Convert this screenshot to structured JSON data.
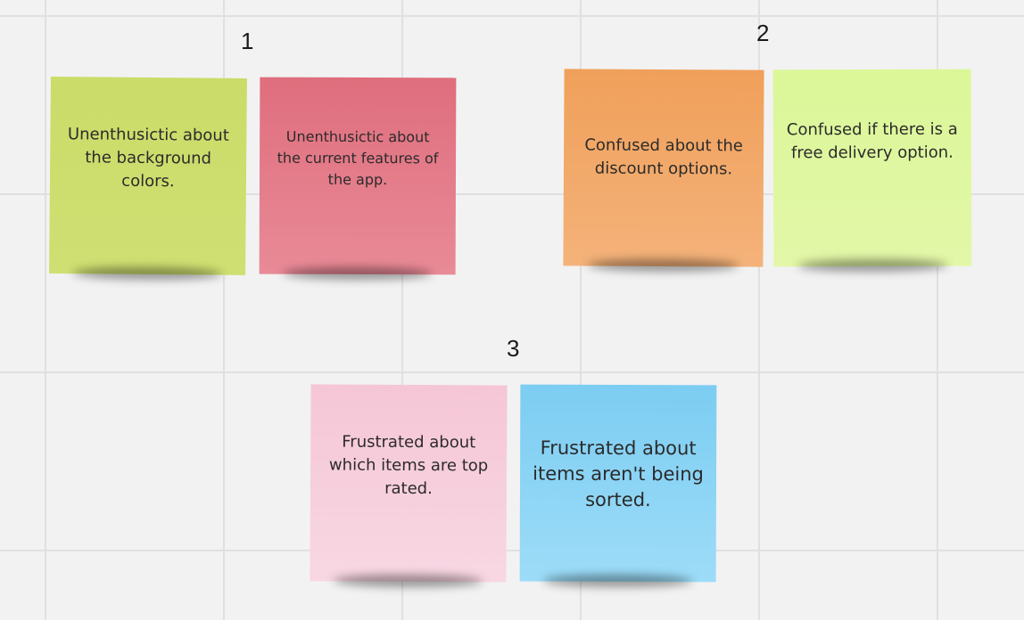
{
  "board": {
    "groups": [
      {
        "label": "1",
        "notes": [
          {
            "text": "Unenthusictic about the background colors.",
            "color": "#cbdc69"
          },
          {
            "text": "Unenthusictic about the current features of the app.",
            "color": "#e37d89"
          }
        ]
      },
      {
        "label": "2",
        "notes": [
          {
            "text": "Confused about the discount options.",
            "color": "#f2a866"
          },
          {
            "text": "Confused if there is a free delivery option.",
            "color": "#dff6a0"
          }
        ]
      },
      {
        "label": "3",
        "notes": [
          {
            "text": "Frustrated about which items are top rated.",
            "color": "#f7cfdc"
          },
          {
            "text": "Frustrated about items aren't being sorted.",
            "color": "#8dd5f5"
          }
        ]
      }
    ],
    "colors": {
      "background": "#f2f2f2",
      "grid_line": "#e0e0e0",
      "text": "#2b2b2b"
    }
  }
}
